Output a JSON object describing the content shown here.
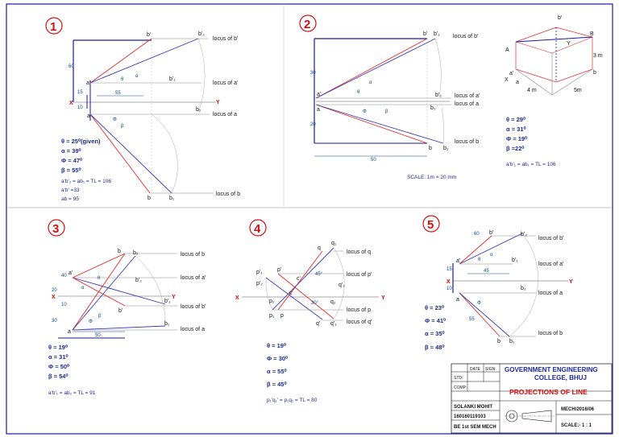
{
  "colors": {
    "border": "#1a1aa0",
    "true_line": "#3a3ab0",
    "apparent": "#e02a2a",
    "xy": "#555555",
    "arc": "#aaaaaa",
    "accent_red": "#d01010",
    "dim": "#0a4a8a"
  },
  "p1": {
    "num": "1",
    "labels": {
      "b_dash": "b'",
      "b2_dash": "b'₂",
      "locus_b_dash": "locus of b'",
      "a_dash": "a'",
      "b1_dash": "b'₁",
      "locus_a_dash": "locus of a'",
      "x": "X",
      "y": "Y",
      "a": "a",
      "locus_a": "locus of a",
      "b2": "b₂",
      "b": "b",
      "b1": "b₁",
      "locus_b": "locus of b",
      "theta": "θ",
      "alpha": "α",
      "phi": "Φ",
      "beta": "β"
    },
    "dims": {
      "d60": "60",
      "d15": "15",
      "d10": "10",
      "d55": "55"
    },
    "results": [
      "θ = 25⁰(given)",
      "α = 39⁰",
      "Φ = 47⁰",
      "β = 55⁰"
    ],
    "results2": [
      "a'b'₂ = ab₁ = TL = 106",
      "a'b' =33",
      "ab = 95"
    ]
  },
  "p2": {
    "num": "2",
    "labels": {
      "b_dash": "b'",
      "b1_dash": "b'₁",
      "locus_b_dash": "locus of b'",
      "a_dash": "a'",
      "b2_dash": "b'₂",
      "locus_a_dash": "locus of a'",
      "a": "a",
      "b1": "b₁",
      "locus_a": "locus of a",
      "b": "b",
      "b2": "b₂",
      "locus_b": "locus of b",
      "theta": "θ",
      "alpha": "α",
      "phi": "Φ",
      "beta": "β"
    },
    "dims": {
      "d30": "30",
      "d20": "20",
      "d50": "50"
    },
    "scale": "SCALE: 1m = 20 mm"
  },
  "iso": {
    "labels": {
      "b_dash": "b'",
      "A": "A",
      "B": "B",
      "a_dash": "a'",
      "x": "X",
      "a": "a",
      "b": "b",
      "y": "Y",
      "d4m": "4 m",
      "d5m": "5m",
      "d3m": "3 m"
    },
    "results": [
      "θ = 29⁰",
      "α = 31⁰",
      "Φ = 19⁰",
      "β =22⁰"
    ],
    "results2": [
      "a'b'₁ = ab₁ = TL = 106"
    ]
  },
  "p3": {
    "num": "3",
    "labels": {
      "b": "b",
      "b2": "b₂",
      "locus_b": "locus of b",
      "a_dash": "a'",
      "locus_a_dash": "locus of a'",
      "b2_dash": "b'₂",
      "x": "X",
      "y": "Y",
      "b1_dash": "b'₁",
      "b_dash": "b'",
      "locus_b_dash": "locus of b'",
      "a": "a",
      "b1": "b₁",
      "locus_a": "locus of a",
      "theta": "θ",
      "alpha": "α",
      "phi": "Φ",
      "beta": "β"
    },
    "dims": {
      "d40": "40",
      "d20": "20",
      "d10": "10",
      "d30": "30",
      "d50": "50"
    },
    "results": [
      "θ = 19⁰",
      "α = 31⁰",
      "Φ = 50⁰",
      "β = 54⁰"
    ],
    "results2": [
      "a'b'₁ = ab₂ = TL = 91"
    ]
  },
  "p4": {
    "num": "4",
    "labels": {
      "q": "q",
      "q1": "q₁",
      "locus_q": "locus of q",
      "p1_dash": "p'₁",
      "p_dash": "p'",
      "locus_p_dash": "locus of p'",
      "p2_dash": "p'₂",
      "c_dash": "c'",
      "q2_dash": "q'₂",
      "x": "X",
      "y": "Y",
      "p2": "p₂",
      "c": "c",
      "q2": "q₂",
      "p1": "p₁",
      "p": "p",
      "locus_p": "locus of p",
      "q_dash": "q'",
      "q1_dash": "q'₁",
      "locus_q_dash": "locus of q'",
      "a45": "45°",
      "a30": "30°"
    },
    "results": [
      "θ = 19⁰",
      "Φ = 30⁰",
      "α = 55⁰",
      "β = 45⁰"
    ],
    "results2": [
      "p₁'q₁' = p₁q₁ = TL = 80"
    ]
  },
  "p5": {
    "num": "5",
    "labels": {
      "d60": "60",
      "b_dash": "b'",
      "b2_dash": "b'₂",
      "locus_b_dash": "locus of b'",
      "a_dash": "a'",
      "b1_dash": "b'₁",
      "locus_a_dash": "locus of a'",
      "d45": "45",
      "b2": "b₂",
      "locus_a": "locus of a",
      "x": "X",
      "y": "Y",
      "a": "a",
      "b": "b",
      "b1": "b₁",
      "locus_b": "locus of b",
      "d15": "15",
      "d10": "10",
      "d55": "55",
      "theta": "θ",
      "alpha": "α",
      "phi": "Φ"
    },
    "results": [
      "θ = 23⁰",
      "Φ = 41⁰",
      "α = 35⁰",
      "β = 48⁰"
    ]
  },
  "title_block": {
    "date": "DATE",
    "sign": "SIGN",
    "std": "STD:",
    "comp": "COMP:",
    "college_line1": "GOVERNMENT ENGINEERING",
    "college_line2": "COLLEGE, BHUJ",
    "title": "PROJECTIONS OF LINE",
    "name": "SOLANKI MOHIT",
    "enrol": "160160119103",
    "sem": "BE 1st SEM MECH",
    "sheet": "MECH/2016/06",
    "scale": "SCALE:- 1 : 1"
  }
}
